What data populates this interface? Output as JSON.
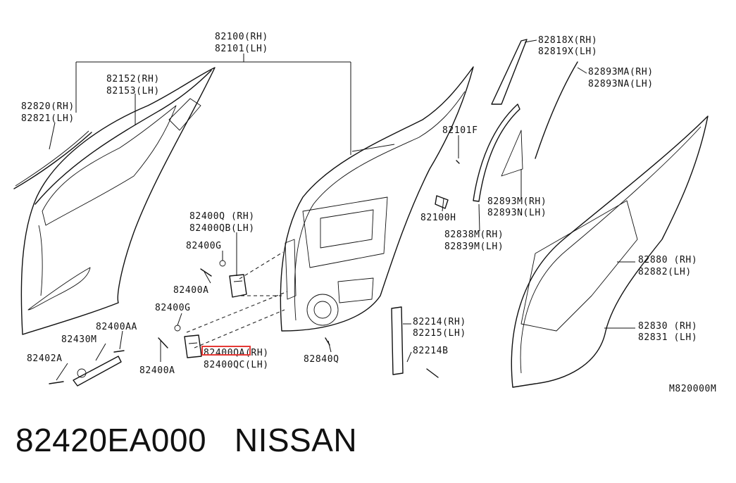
{
  "callouts": {
    "door_panel": [
      "82100(RH)",
      "82101(LH)"
    ],
    "outer_seal": [
      "82152(RH)",
      "82153(LH)"
    ],
    "moulding": [
      "82820(RH)",
      "82821(LH)"
    ],
    "hinge_upper": [
      "82400Q (RH)",
      "82400QB(LH)"
    ],
    "nut_upper": "82400G",
    "bolt_upper": "82400A",
    "nut_lower": "82400G",
    "bolt_small": "82400AA",
    "check_link": "82430M",
    "bolt_left": "82402A",
    "bolt_lower": "82400A",
    "hinge_lower": [
      "82400QA(RH)",
      "82400QC(LH)"
    ],
    "plug": "82840Q",
    "clip_f": "82101F",
    "clip_h": "82100H",
    "sash_seal": [
      "82818X(RH)",
      "82819X(LH)"
    ],
    "glass_run": [
      "82893MA(RH)",
      "82893NA(LH)"
    ],
    "corner_seal": [
      "82893M(RH)",
      "82893N(LH)"
    ],
    "sash_cover": [
      "82838M(RH)",
      "82839M(LH)"
    ],
    "weatherstrip": [
      "82880 (RH)",
      "82882(LH)"
    ],
    "body_seal": [
      "82830 (RH)",
      "82831 (LH)"
    ],
    "bracket": [
      "82214(RH)",
      "82215(LH)"
    ],
    "bracket_bolt": "82214B",
    "diagram_code": "M820000M"
  },
  "caption": {
    "part_number": "82420EA000",
    "brand": "NISSAN"
  },
  "highlight_color": "#e53935"
}
